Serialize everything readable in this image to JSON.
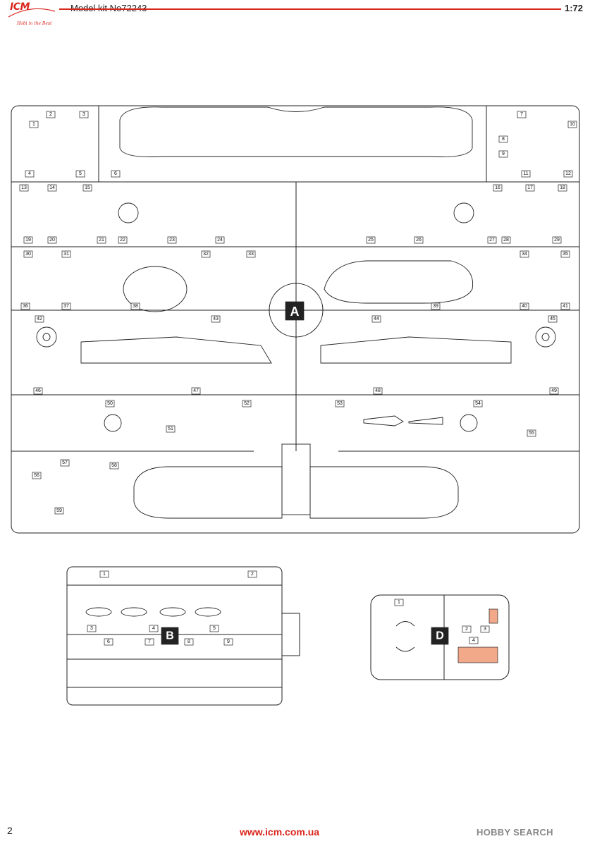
{
  "header": {
    "brand": "ICM",
    "slogan": "Hobi in the Best",
    "model_kit": "Model kit No72243",
    "scale": "1:72"
  },
  "footer": {
    "page_number": "2",
    "url": "www.icm.com.ua",
    "watermark": "HOBBY SEARCH"
  },
  "sprues": {
    "A": {
      "letter": "A",
      "part_numbers": [
        "1",
        "2",
        "3",
        "4",
        "5",
        "6",
        "7",
        "8",
        "9",
        "10",
        "11",
        "12",
        "13",
        "14",
        "15",
        "16",
        "17",
        "18",
        "19",
        "20",
        "21",
        "22",
        "23",
        "24",
        "25",
        "26",
        "27",
        "28",
        "29",
        "30",
        "31",
        "32",
        "33",
        "34",
        "35",
        "36",
        "37",
        "38",
        "39",
        "40",
        "41",
        "42",
        "43",
        "44",
        "45",
        "46",
        "47",
        "48",
        "49",
        "50",
        "51",
        "52",
        "53",
        "54",
        "55",
        "56",
        "57",
        "58",
        "59"
      ]
    },
    "B": {
      "letter": "B",
      "part_numbers": [
        "1",
        "2",
        "3",
        "4",
        "5",
        "6",
        "7",
        "8",
        "9"
      ]
    },
    "D": {
      "letter": "D",
      "part_numbers": [
        "1",
        "2",
        "3",
        "4"
      ],
      "highlighted_parts_color": "#f2a98a"
    }
  },
  "colors": {
    "brand_red": "#d9261c",
    "line": "#222222"
  }
}
